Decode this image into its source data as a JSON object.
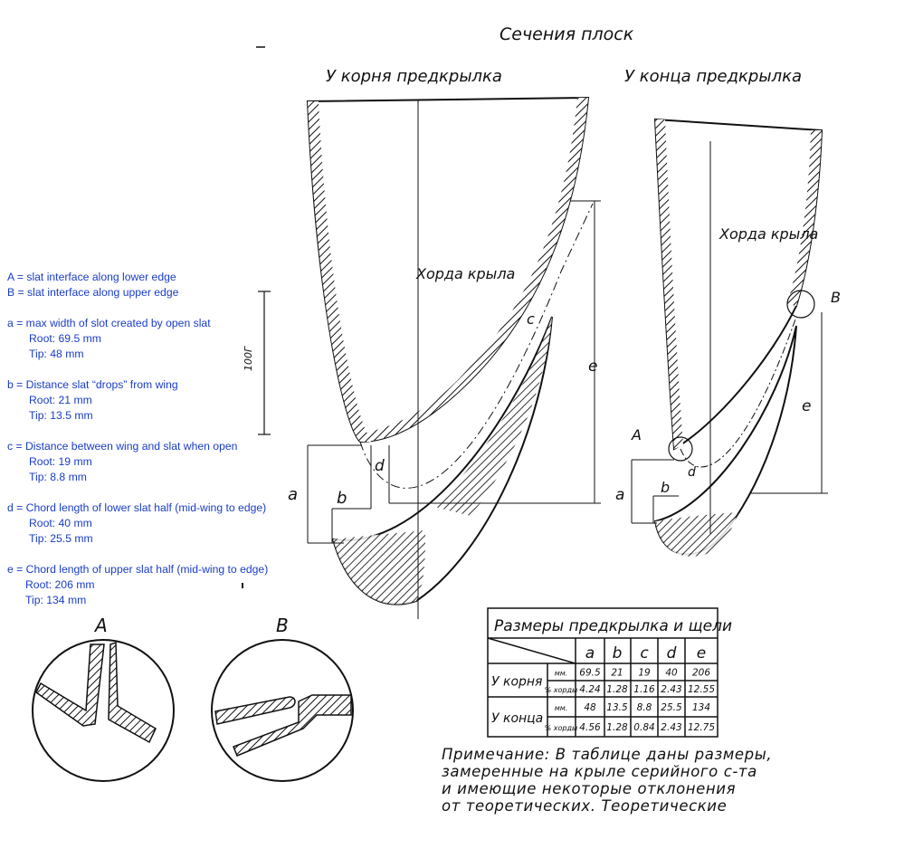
{
  "drawing": {
    "title": "Сечения плоск",
    "left_heading": "У корня предкрылка",
    "right_heading": "У конца предкрылка",
    "chord_label_left": "Хорда крыла",
    "chord_label_right": "Хорда крыла",
    "stray_vertical": "100Г",
    "dim": {
      "a": "a",
      "b": "b",
      "c": "c",
      "d": "d",
      "e": "e",
      "A": "A",
      "B": "B"
    },
    "detail_A": "A",
    "detail_B": "B"
  },
  "legend": {
    "A_line": "A = slat interface along lower edge",
    "B_line": "B = slat interface along upper edge",
    "a": {
      "title": "a = max width of slot created by open slat",
      "root": "Root:  69.5 mm",
      "tip": "Tip:    48 mm"
    },
    "b": {
      "title": "b = Distance slat “drops” from wing",
      "root": "Root: 21 mm",
      "tip": "Tip:   13.5 mm"
    },
    "c": {
      "title": "c  = Distance between wing and slat when open",
      "root": "Root:  19 mm",
      "tip": "Tip:    8.8 mm"
    },
    "d": {
      "title": "d = Chord length of lower slat half (mid-wing to edge)",
      "root": "Root:  40 mm",
      "tip": "Tip:    25.5 mm"
    },
    "e": {
      "title": "e = Chord length of upper slat half (mid-wing to edge)",
      "root": "Root:  206 mm",
      "tip": "Tip:   134 mm"
    }
  },
  "table": {
    "title": "Размеры предкрылка и щели",
    "cols": [
      "a",
      "b",
      "c",
      "d",
      "e"
    ],
    "groups": [
      {
        "label": "У корня",
        "rows": [
          {
            "unit": "мм.",
            "values": [
              "69.5",
              "21",
              "19",
              "40",
              "206"
            ]
          },
          {
            "unit": "% хорды",
            "values": [
              "4.24",
              "1.28",
              "1.16",
              "2.43",
              "12.55"
            ]
          }
        ]
      },
      {
        "label": "У конца",
        "rows": [
          {
            "unit": "мм.",
            "values": [
              "48",
              "13.5",
              "8.8",
              "25.5",
              "134"
            ]
          },
          {
            "unit": "% хорды",
            "values": [
              "4.56",
              "1.28",
              "0.84",
              "2.43",
              "12.75"
            ]
          }
        ]
      }
    ]
  },
  "note": {
    "line1": "Примечание: В таблице даны размеры,",
    "line2": "замеренные на крыле серийного с-та",
    "line3": "и имеющие некоторые отклонения",
    "line4": "от теоретических. Теоретические"
  }
}
